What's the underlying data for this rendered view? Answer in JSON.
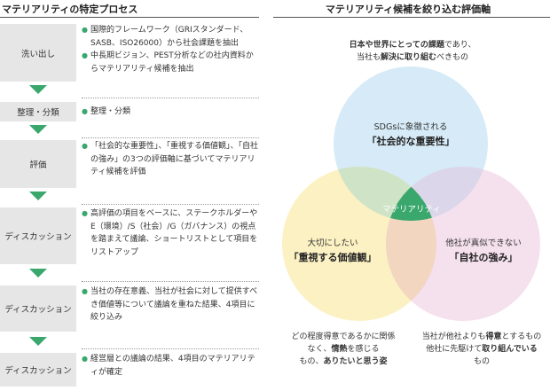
{
  "left": {
    "title": "マテリアリティの特定プロセス",
    "steps": [
      {
        "label": "洗い出し",
        "items": [
          "国際的フレームワーク（GRIスタンダード、SASB、ISO26000）から社会課題を抽出",
          "中長期ビジョン、PEST分析などの社内資料からマテリアリティ候補を抽出"
        ]
      },
      {
        "label": "整理・分類",
        "items": [
          "整理・分類"
        ]
      },
      {
        "label": "評価",
        "items": [
          "「社会的な重要性」、「重視する価値観」、「自社の強み」の3つの評価軸に基づいてマテリアリティ候補を評価"
        ]
      },
      {
        "label": "ディスカッション",
        "items": [
          "高評価の項目をベースに、ステークホルダーやE（環境）/S（社会）/G（ガバナンス）の視点を踏まえて議論、ショートリストとして項目をリストアップ"
        ]
      },
      {
        "label": "ディスカッション",
        "items": [
          "当社の存在意義、当社が社会に対して提供すべき価値等について議論を重ねた結果、4項目に絞り込み"
        ]
      },
      {
        "label": "ディスカッション",
        "items": [
          "経営層との議論の結果、4項目のマテリアリティが確定"
        ]
      }
    ]
  },
  "right": {
    "title": "マテリアリティ候補を絞り込む評価軸",
    "top_caption": {
      "bold1": "日本や世界にとっての課題",
      "text1": "であり、",
      "text2": "当社も",
      "bold2": "解決に取り組む",
      "text3": "べきもの"
    },
    "circle_top": {
      "small": "SDGsに象徴される",
      "big": "「社会的な重要性」"
    },
    "circle_left": {
      "small": "大切にしたい",
      "big": "「重視する価値観」"
    },
    "circle_right": {
      "small": "他社が真似できない",
      "big": "「自社の強み」"
    },
    "center": "マテリアリティ",
    "bottom_left": {
      "line1": "どの程度得意であるかに関係",
      "line2a": "なく、",
      "line2b": "情熱",
      "line2c": "を感じる",
      "line3a": "もの、",
      "line3b": "ありたいと思う姿"
    },
    "bottom_right": {
      "line1a": "当社が他社よりも",
      "line1b": "得意",
      "line1c": "とするもの",
      "line2a": "他社に先駆けて",
      "line2b": "取り組んでいる",
      "line3": "もの"
    }
  },
  "colors": {
    "green": "#3aa76d",
    "blue": "#d6ebf7",
    "yellow": "#fbeeb8",
    "pink": "#f3dbea",
    "label_bg": "#e6e6e6"
  }
}
